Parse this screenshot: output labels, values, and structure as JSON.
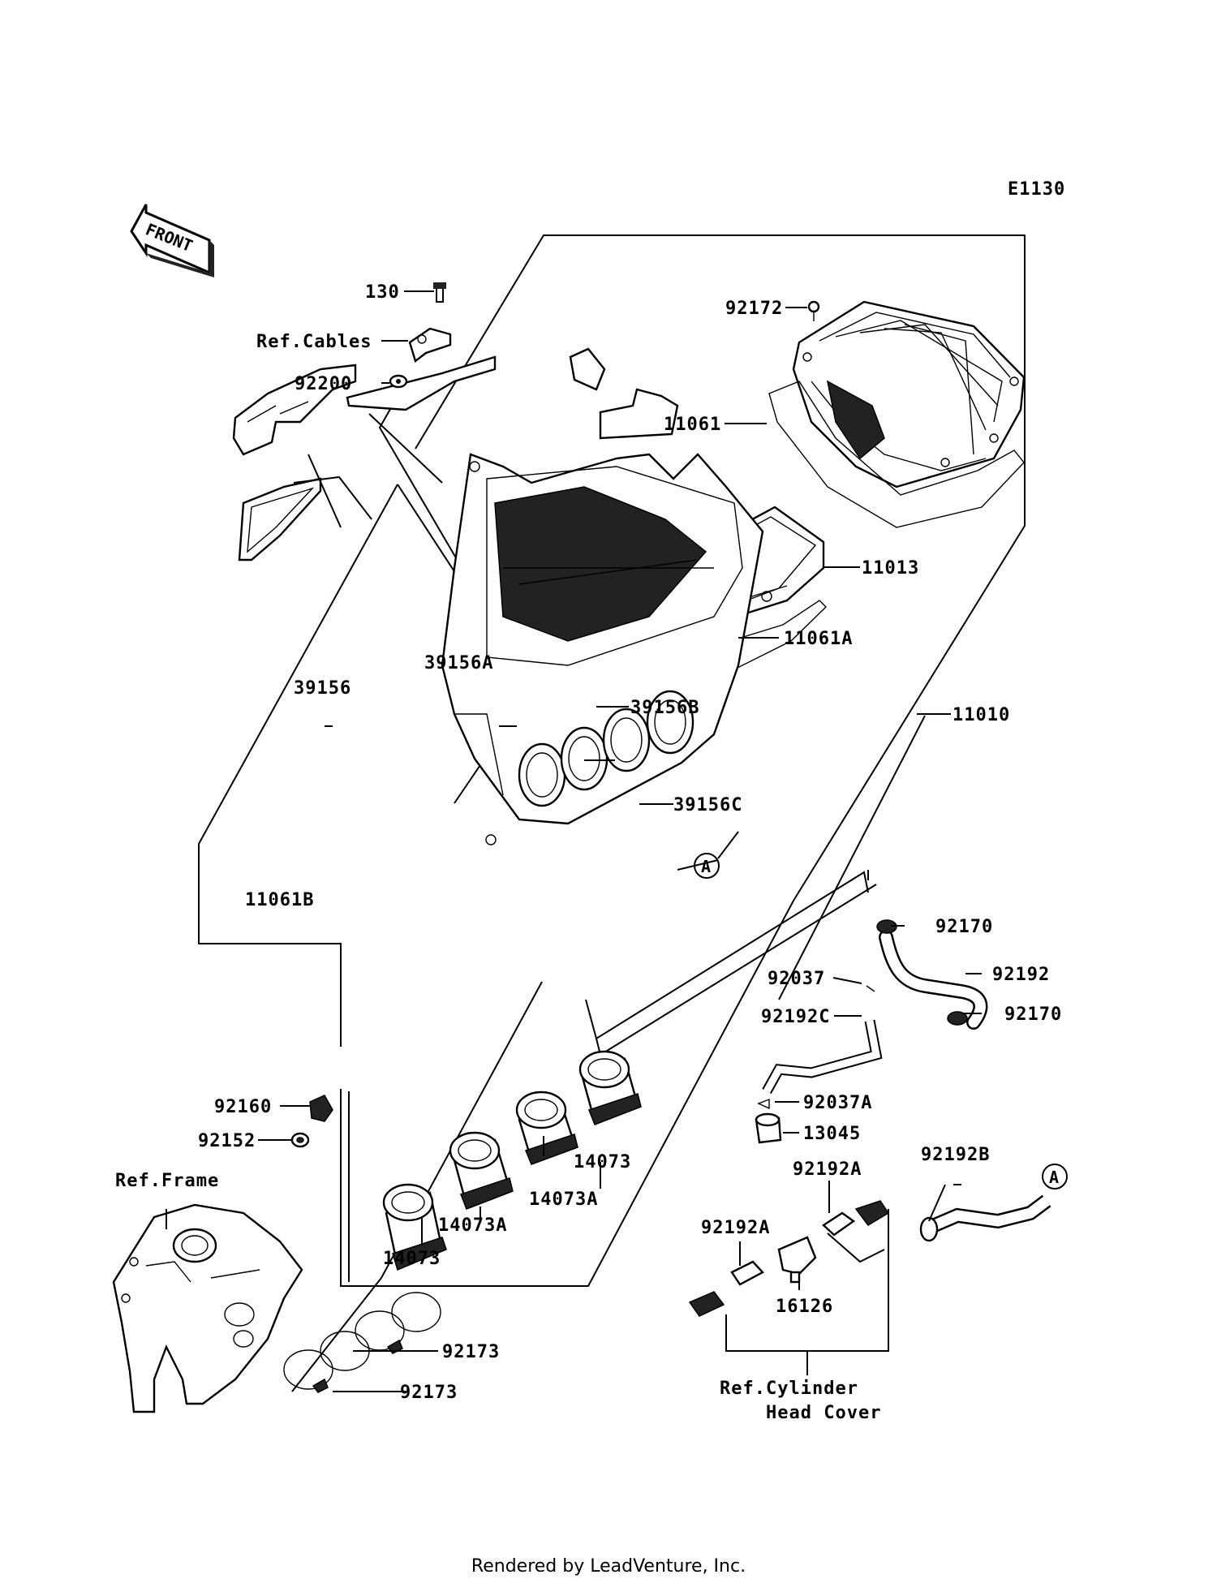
{
  "diagram_code": "E1130",
  "front_label": "FRONT",
  "part_numbers": {
    "p130": "130",
    "p92172": "92172",
    "p92200": "92200",
    "p11061": "11061",
    "p11013": "11013",
    "p11061A": "11061A",
    "p11010": "11010",
    "p39156": "39156",
    "p39156A": "39156A",
    "p39156B": "39156B",
    "p39156C": "39156C",
    "p11061B": "11061B",
    "p92170a": "92170",
    "p92192": "92192",
    "p92170b": "92170",
    "p92037": "92037",
    "p92192C": "92192C",
    "p92037A": "92037A",
    "p13045": "13045",
    "p92160": "92160",
    "p92152": "92152",
    "p14073a": "14073",
    "p14073A_a": "14073A",
    "p14073A_b": "14073A",
    "p14073b": "14073",
    "p92192B": "92192B",
    "p92192A_a": "92192A",
    "p92192A_b": "92192A",
    "p16126": "16126",
    "p92173a": "92173",
    "p92173b": "92173"
  },
  "references": {
    "cables": "Ref.Cables",
    "frame": "Ref.Frame",
    "cylinder_line1": "Ref.Cylinder",
    "cylinder_line2": "Head Cover"
  },
  "callout_marker": "A",
  "footer": "Rendered by LeadVenture, Inc."
}
